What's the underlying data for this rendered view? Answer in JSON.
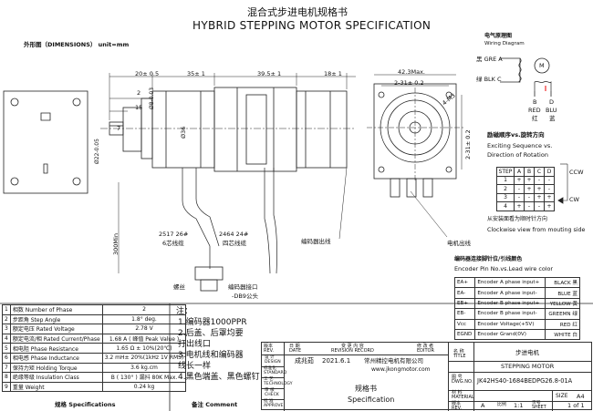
{
  "header": {
    "title_cn": "混合式步进电机规格书",
    "title_en": "HYBRID STEPPING MOTOR SPECIFICATION"
  },
  "dimensions_label": "外形图（DIMENSIONS） unit=mm",
  "dims": {
    "len1": "20± 0.5",
    "len2": "35± 1",
    "len3": "39.5± 1",
    "len4": "18± 1",
    "shaft_d": "Ø8-0.03",
    "flat": "7",
    "d15": "15",
    "d2": "2",
    "d36": "Ø36",
    "d22": "Ø22-0.05",
    "sq42": "42.3Max.",
    "pitch_top": "2-31± 0.2",
    "pitch_side": "2-31± 0.2",
    "m3": "4-M3",
    "gnd_wire": "300Min",
    "cable1": "2517 26#",
    "cable1b": "6芯线缆",
    "cable2": "2464 24#",
    "cable2b": "四芯线缆",
    "enc_wire": "编码器出线",
    "motor_wire": "电机出线",
    "screw": "螺丝",
    "enc_conn": "编码器接口",
    "db9": "-DB9公头"
  },
  "wiring": {
    "title_cn": "电气原理图",
    "title_en": "Wiring Diagram",
    "a_label": "黑 GRE  A",
    "c_label": "绿 BLK  C",
    "b": "B",
    "d": "D",
    "red": "RED",
    "blu": "BLU",
    "hong": "红",
    "lan": "蓝",
    "motor": "M"
  },
  "sequence": {
    "title_cn": "励磁顺序vs.旋转方向",
    "title_en1": "Exciting Sequence vs.",
    "title_en2": "Direction of Rotation",
    "header": [
      "STEP",
      "A",
      "B",
      "C",
      "D"
    ],
    "rows": [
      [
        "1",
        "+",
        "+",
        "-",
        "-"
      ],
      [
        "2",
        "-",
        "+",
        "+",
        "-"
      ],
      [
        "3",
        "-",
        "-",
        "+",
        "+"
      ],
      [
        "4",
        "+",
        "-",
        "-",
        "+"
      ]
    ],
    "ccw": "CCW",
    "cw": "CW",
    "note_cn": "从安装面看为顺时针方向",
    "note_en": "Clockwise view from mouting side"
  },
  "encoder": {
    "title_cn": "编码器连接脚针位/引线颜色",
    "title_en": "Encoder Pin No.vs.Lead wire color",
    "rows": [
      [
        "EA+",
        "Encoder A phase input+",
        "BLACK 黑"
      ],
      [
        "EA-",
        "Encoder A phase input-",
        "BLUE 蓝"
      ],
      [
        "EB+",
        "Encoder B phase input+",
        "YELLOW 黄"
      ],
      [
        "EB-",
        "Encoder B phase input-",
        "GREEMN 绿"
      ],
      [
        "Vcc",
        "Encoder Voltage(+5V)",
        "RED 红"
      ],
      [
        "EGND",
        "Encoder Grand(0V)",
        "WHITE 白"
      ]
    ]
  },
  "specs": {
    "rows": [
      [
        "1",
        "相数 Number of Phase",
        "2"
      ],
      [
        "2",
        "步距角 Step Angle",
        "1.8°  deg."
      ],
      [
        "3",
        "额定电压 Rated Voltage",
        "2.78 V"
      ],
      [
        "4",
        "额定电流/相 Rated Current/Phase",
        "1.68 A ( 峰值 Peak Value )"
      ],
      [
        "5",
        "相电阻 Phase Resistance",
        "1.65 Ω ± 10%(20℃)"
      ],
      [
        "6",
        "相电感 Phase Inductance",
        "3.2 mH± 20%(1kHz 1V RMS)"
      ],
      [
        "7",
        "保持力矩 Holding Torque",
        "3.6 kg.cm"
      ],
      [
        "8",
        "绝缘等级 Insulation Class",
        "B ( 130° ) 漏抖 80K Max."
      ],
      [
        "9",
        "重量 Weight",
        "0.24 kg"
      ]
    ],
    "footer": "规格 Specifications"
  },
  "notes": {
    "label": "注：",
    "lines": [
      "1.编码器1000PPR",
      "2.后盖、后罩均要",
      "打出线口",
      "3.电机线和编码器",
      "线长一样",
      "4.黑色端盖、黑色螺钉"
    ],
    "footer": "备注 Comment"
  },
  "titleblock": {
    "rev_mark": "版本\nREV.",
    "date_label": "日 期\nDATE",
    "rev_record": "变 更 内 容\nREVISION RECORD",
    "editor": "修 改 者\nEDITOR",
    "design": "设 计\nDESIGN",
    "standard": "标准化\nSTANDARD",
    "tech": "工 艺\nTECHNOLOGY",
    "check": "审 核\nCHECK",
    "approve": "批 准\nAPPROVE",
    "designer": "成兆茹",
    "date": "2021.6.1",
    "company": "常州精控电机有限公司",
    "website": "www.jkongmotor.com",
    "doc_cn": "规格书",
    "doc_en": "Specification",
    "name_label": "名 称\nTITLE",
    "name_cn": "步进电机",
    "name_en": "STEPPING MOTOR",
    "dwg_label": "图 号\nDWG.NO.",
    "dwg_no": "JK42HS40-1684BEDPG26.8-01A",
    "material": "材 料\nMATERIAL",
    "size_label": "SIZE",
    "size": "A4",
    "rev_label": "版本\nREV.",
    "rev": "A",
    "scale_label": "比例",
    "scale": "1:1",
    "sheet_label": "页号\nSHEET",
    "sheet": "1 of 1"
  }
}
